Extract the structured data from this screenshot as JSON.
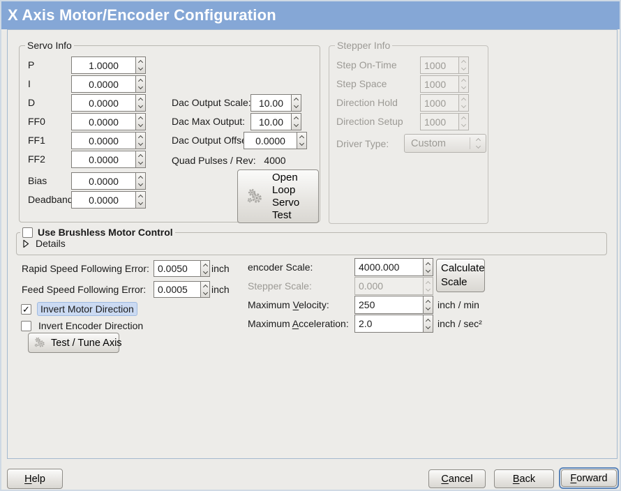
{
  "window": {
    "title": "X Axis Motor/Encoder Configuration"
  },
  "colors": {
    "titlebar": "#85A7D6",
    "focus_ring": "#5b84b8",
    "selection_highlight": "#cbdaf2",
    "disabled_text": "#9c9a95"
  },
  "glyphs": {
    "check": "✓"
  },
  "icons": {
    "open_loop_button": "gears-icon",
    "test_tune_button": "gears-icon",
    "details_expander": "triangle-right-icon",
    "spinbox": "chevron-up-down-icons"
  },
  "servo_info": {
    "title": "Servo Info",
    "fields": [
      {
        "label": "P",
        "value": "1.0000"
      },
      {
        "label": "I",
        "value": "0.0000"
      },
      {
        "label": "D",
        "value": "0.0000"
      },
      {
        "label": "FF0",
        "value": "0.0000"
      },
      {
        "label": "FF1",
        "value": "0.0000"
      },
      {
        "label": "FF2",
        "value": "0.0000"
      },
      {
        "label": "Bias",
        "value": "0.0000"
      },
      {
        "label": "Deadband",
        "value": "0.0000"
      }
    ]
  },
  "dac": {
    "fields": [
      {
        "label": "Dac Output Scale:",
        "value": "10.00"
      },
      {
        "label": "Dac Max Output:",
        "value": "10.00"
      },
      {
        "label": "Dac Output Offset:",
        "value": "0.0000"
      }
    ],
    "quad_label": "Quad Pulses / Rev:",
    "quad_value": "4000",
    "open_loop_lines": [
      "Open",
      "Loop",
      "Servo",
      "Test"
    ]
  },
  "stepper_info": {
    "title": "Stepper Info",
    "fields": [
      {
        "label": "Step On-Time",
        "value": "1000"
      },
      {
        "label": "Step Space",
        "value": "1000"
      },
      {
        "label": "Direction Hold",
        "value": "1000"
      },
      {
        "label": "Direction Setup",
        "value": "1000"
      }
    ],
    "driver_type_label": "Driver Type:",
    "driver_type_value": "Custom"
  },
  "brushless": {
    "checkbox_label": "Use Brushless Motor Control",
    "details_label": "Details"
  },
  "following_error": {
    "rapid_label": "Rapid Speed Following Error:",
    "rapid_value": "0.0050",
    "rapid_unit": "inch",
    "feed_label": "Feed Speed Following Error:",
    "feed_value": "0.0005",
    "feed_unit": "inch"
  },
  "invert": {
    "motor_label": "Invert Motor Direction",
    "encoder_label": "Invert Encoder Direction"
  },
  "test_tune_label": "Test / Tune Axis",
  "scale": {
    "encoder_label": "encoder Scale:",
    "encoder_value": "4000.000",
    "calculate_line1": "Calculate",
    "calculate_line2": "Scale",
    "stepper_label": "Stepper Scale:",
    "stepper_value": "0.000",
    "velocity": {
      "pre": "Maximum ",
      "u": "V",
      "post": "elocity:"
    },
    "velocity_value": "250",
    "velocity_unit": "inch / min",
    "acceleration": {
      "pre": "Maximum ",
      "u": "A",
      "post": "cceleration:"
    },
    "acceleration_value": "2.0",
    "acceleration_unit": "inch / sec²"
  },
  "footer": {
    "help": {
      "pre": "",
      "u": "H",
      "post": "elp"
    },
    "cancel": {
      "pre": "",
      "u": "C",
      "post": "ancel"
    },
    "back": {
      "pre": "",
      "u": "B",
      "post": "ack"
    },
    "forward": {
      "pre": "",
      "u": "F",
      "post": "orward"
    }
  }
}
